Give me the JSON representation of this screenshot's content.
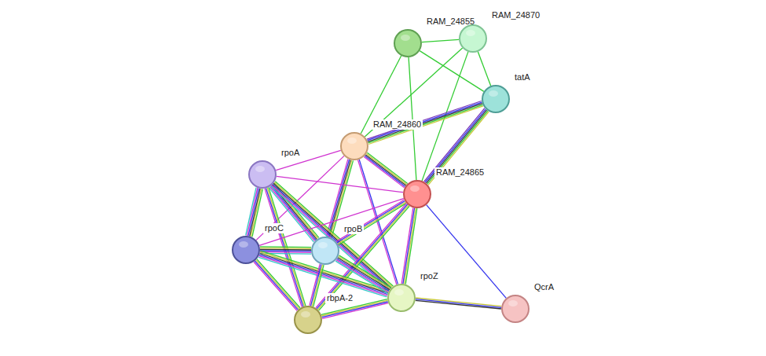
{
  "diagram": {
    "nodes": [
      {
        "text": [
          "RAM_24855"
        ]
      },
      {
        "text": [
          "RAM_24870"
        ]
      },
      {
        "text": [
          "tatA"
        ]
      },
      {
        "text": [
          "RAM_24860"
        ]
      },
      {
        "text": [
          "rpoA"
        ]
      },
      {
        "text": [
          "RAM_24865"
        ]
      },
      {
        "text": [
          "rpoC"
        ]
      },
      {
        "text": [
          "rpoB"
        ]
      },
      {
        "text": [
          "rbpA-2"
        ]
      },
      {
        "text": [
          "rpoZ"
        ]
      },
      {
        "text": [
          "QcrA"
        ]
      }
    ],
    "edges": [
      {
        "from": 0,
        "to": 1,
        "arrow": "none"
      },
      {
        "from": 0,
        "to": 2,
        "arrow": "none"
      },
      {
        "from": 0,
        "to": 3,
        "arrow": "none"
      },
      {
        "from": 0,
        "to": 5,
        "arrow": "none"
      },
      {
        "from": 1,
        "to": 2,
        "arrow": "none"
      },
      {
        "from": 1,
        "to": 3,
        "arrow": "none"
      },
      {
        "from": 1,
        "to": 5,
        "arrow": "none"
      },
      {
        "from": 2,
        "to": 3,
        "arrow": "none"
      },
      {
        "from": 2,
        "to": 5,
        "arrow": "none"
      },
      {
        "from": 3,
        "to": 4,
        "arrow": "none"
      },
      {
        "from": 3,
        "to": 5,
        "arrow": "none"
      },
      {
        "from": 3,
        "to": 6,
        "arrow": "none"
      },
      {
        "from": 3,
        "to": 7,
        "arrow": "none"
      },
      {
        "from": 3,
        "to": 9,
        "arrow": "none"
      },
      {
        "from": 4,
        "to": 5,
        "arrow": "none"
      },
      {
        "from": 4,
        "to": 6,
        "arrow": "none"
      },
      {
        "from": 4,
        "to": 7,
        "arrow": "none"
      },
      {
        "from": 4,
        "to": 8,
        "arrow": "none"
      },
      {
        "from": 4,
        "to": 9,
        "arrow": "none"
      },
      {
        "from": 5,
        "to": 6,
        "arrow": "none"
      },
      {
        "from": 5,
        "to": 7,
        "arrow": "none"
      },
      {
        "from": 5,
        "to": 8,
        "arrow": "none"
      },
      {
        "from": 5,
        "to": 9,
        "arrow": "none"
      },
      {
        "from": 5,
        "to": 10,
        "arrow": "none"
      },
      {
        "from": 6,
        "to": 7,
        "arrow": "none"
      },
      {
        "from": 6,
        "to": 8,
        "arrow": "none"
      },
      {
        "from": 6,
        "to": 9,
        "arrow": "none"
      },
      {
        "from": 7,
        "to": 8,
        "arrow": "none"
      },
      {
        "from": 7,
        "to": 9,
        "arrow": "none"
      },
      {
        "from": 8,
        "to": 9,
        "arrow": "none"
      },
      {
        "from": 9,
        "to": 10,
        "arrow": "none"
      }
    ]
  }
}
